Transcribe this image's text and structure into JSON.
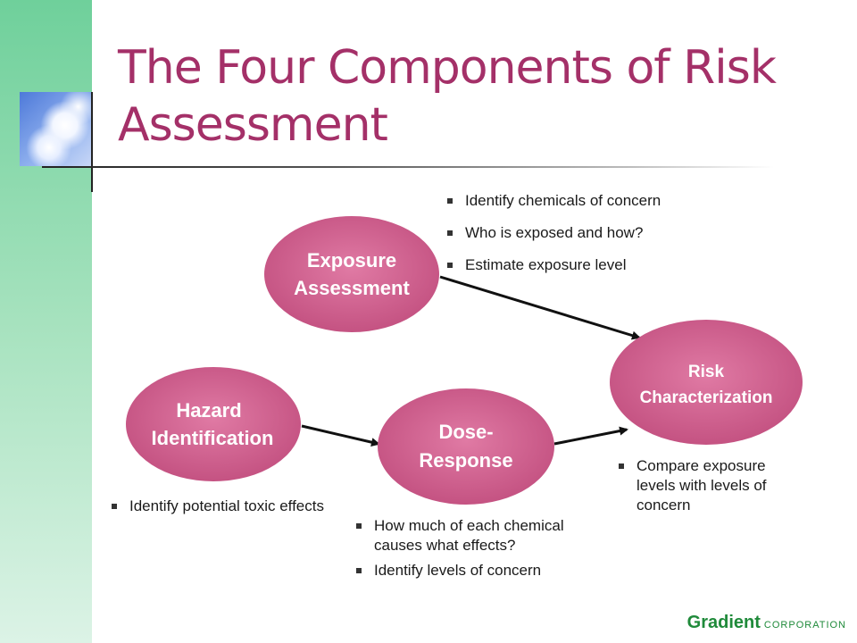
{
  "title": "The Four Components of Risk Assessment",
  "nodes": {
    "exposure": {
      "line1": "Exposure",
      "line2": "Assessment"
    },
    "hazard": {
      "line1": "Hazard",
      "line2": "Identification"
    },
    "dose": {
      "line1": "Dose-",
      "line2": "Response"
    },
    "risk": {
      "line1": "Risk",
      "line2": "Characterization"
    }
  },
  "exposure_bullets": [
    "Identify chemicals of concern",
    "Who is exposed and how?",
    "Estimate exposure level"
  ],
  "hazard_bullets": [
    "Identify potential toxic effects"
  ],
  "dose_bullets": [
    "How much of each chemical causes what effects?",
    "Identify levels of concern"
  ],
  "risk_bullets": [
    "Compare exposure levels with levels of concern"
  ],
  "footer": {
    "brand": "Gradient",
    "suffix": "CORPORATION"
  },
  "colors": {
    "title": "#a43068",
    "node_fill": "#d0608e",
    "sidebar": "#6fd09b",
    "footer": "#1f8a3a"
  }
}
